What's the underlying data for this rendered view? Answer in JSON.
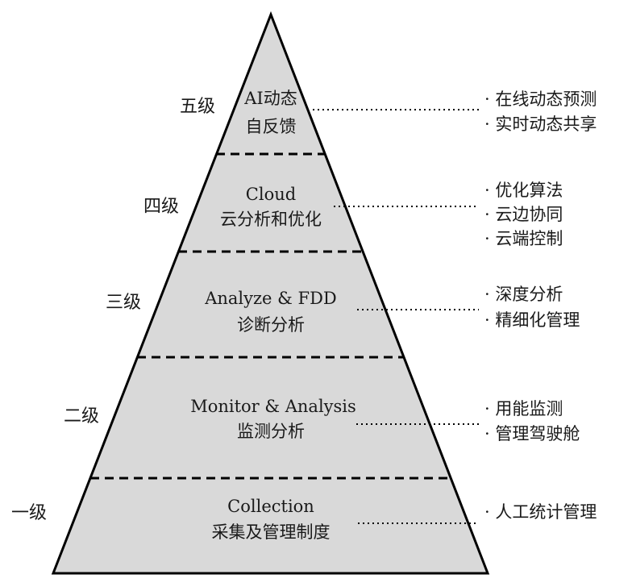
{
  "tiers": [
    {
      "level": "五级",
      "title_lines": [
        "AI动态",
        "自反馈"
      ],
      "notes": [
        "· 在线动态预测",
        "· 实时动态共享"
      ]
    },
    {
      "level": "四级",
      "title_lines": [
        "Cloud",
        "云分析和优化"
      ],
      "notes": [
        "· 优化算法",
        "· 云边协同",
        "· 云端控制"
      ]
    },
    {
      "level": "三级",
      "title_lines": [
        "Analyze & FDD",
        "诊断分析"
      ],
      "notes": [
        "· 深度分析",
        "· 精细化管理"
      ]
    },
    {
      "level": "二级",
      "title_lines": [
        "Monitor & Analysis",
        "监测分析"
      ],
      "notes": [
        "· 用能监测",
        "· 管理驾驶舱"
      ]
    },
    {
      "level": "一级",
      "title_lines": [
        "Collection",
        "采集及管理制度"
      ],
      "notes": [
        "· 人工统计管理"
      ]
    }
  ]
}
